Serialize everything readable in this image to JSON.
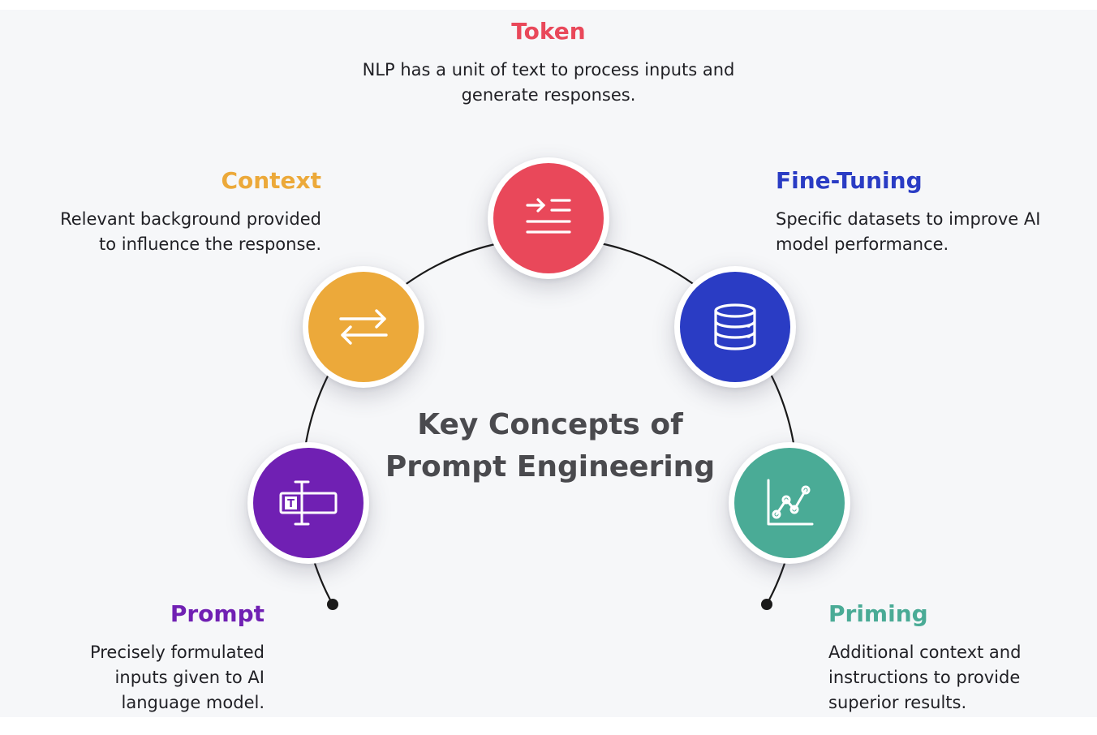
{
  "center": {
    "line1": "Key Concepts of",
    "line2": "Prompt Engineering"
  },
  "concepts": {
    "token": {
      "title": "Token",
      "line1": "NLP has a unit of text to process inputs and",
      "line2": "generate responses.",
      "color": "#e9485a",
      "icon": "indent-icon"
    },
    "context": {
      "title": "Context",
      "line1": "Relevant background provided",
      "line2": "to influence the response.",
      "color": "#eca93a",
      "icon": "swap-arrows-icon"
    },
    "finetuning": {
      "title": "Fine-Tuning",
      "line1": "Specific datasets to improve AI",
      "line2": "model performance.",
      "color": "#2a3cc4",
      "icon": "database-icon"
    },
    "prompt": {
      "title": "Prompt",
      "line1": "Precisely formulated",
      "line2": "inputs given to AI",
      "line3": "language model.",
      "color": "#7020b3",
      "icon": "text-cursor-box-icon"
    },
    "priming": {
      "title": "Priming",
      "line1": "Additional context and",
      "line2": "instructions to provide",
      "line3": "superior results.",
      "color": "#4aab96",
      "icon": "line-chart-icon"
    }
  }
}
